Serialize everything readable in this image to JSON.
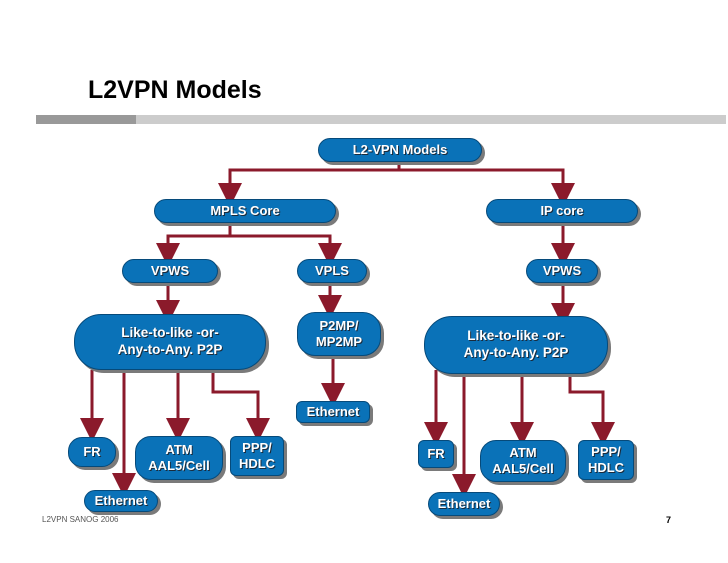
{
  "slide": {
    "title": "L2VPN Models",
    "footer": "L2VPN  SANOG 2006",
    "page_number": "7"
  },
  "nodes": {
    "root": "L2-VPN Models",
    "mpls_core": "MPLS Core",
    "ip_core": "IP core",
    "vpws_left": "VPWS",
    "vpls": "VPLS",
    "vpws_right": "VPWS",
    "like_left": "Like-to-like -or-\nAny-to-Any. P2P",
    "p2mp": "P2MP/\nMP2MP",
    "like_right": "Like-to-like -or-\nAny-to-Any. P2P",
    "ethernet_mid": "Ethernet",
    "fr_left": "FR",
    "atm_left": "ATM\nAAL5/Cell",
    "ppp_left": "PPP/\nHDLC",
    "ethernet_left": "Ethernet",
    "fr_right": "FR",
    "atm_right": "ATM\nAAL5/Cell",
    "ppp_right": "PPP/\nHDLC",
    "ethernet_right": "Ethernet"
  },
  "colors": {
    "node_fill": "#0a72b8",
    "connector": "#8b1a2b"
  }
}
